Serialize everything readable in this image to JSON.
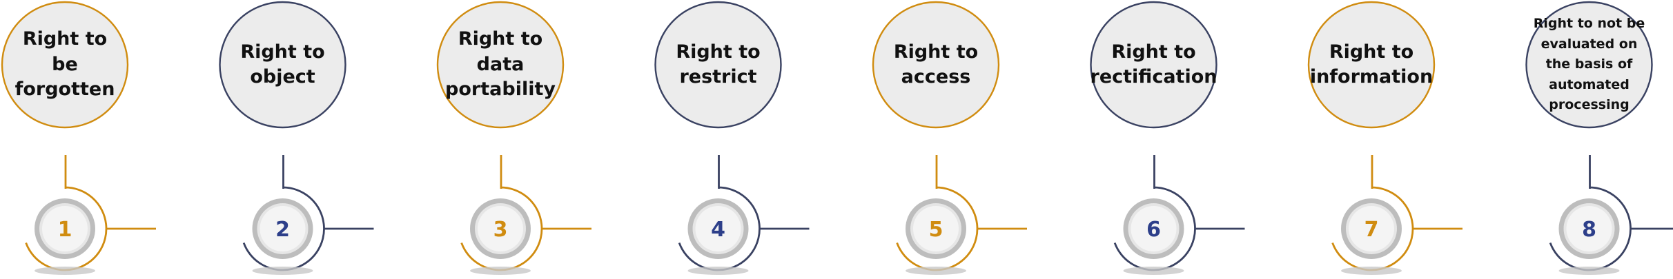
{
  "colors": {
    "gold": "#d08c10",
    "navy": "#3a4262",
    "number_navy": "#2d3f8a",
    "circle_fill": "#ececec",
    "ring_gray": "#bdbdbd",
    "shadow": "#c8c8c8"
  },
  "steps": [
    {
      "number": "1",
      "label": "Right to be forgotten",
      "accent": "gold"
    },
    {
      "number": "2",
      "label": "Right to object",
      "accent": "navy"
    },
    {
      "number": "3",
      "label": "Right to data portability",
      "accent": "gold"
    },
    {
      "number": "4",
      "label": "Right to restrict",
      "accent": "navy"
    },
    {
      "number": "5",
      "label": "Right to access",
      "accent": "gold"
    },
    {
      "number": "6",
      "label": "Right to rectification",
      "accent": "navy"
    },
    {
      "number": "7",
      "label": "Right to information",
      "accent": "gold"
    },
    {
      "number": "8",
      "label": "Right to not be evaluated on the basis of automated processing",
      "accent": "navy"
    }
  ]
}
